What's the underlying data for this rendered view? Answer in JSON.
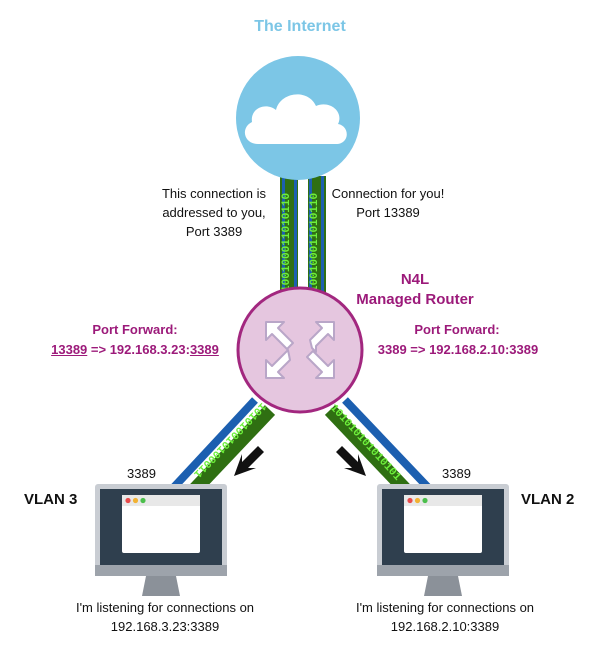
{
  "diagram": {
    "title": "The Internet",
    "left_link_note": [
      "This connection is",
      "addressed to you,",
      "Port 3389"
    ],
    "right_link_note": [
      "Connection for you!",
      "Port 13389"
    ],
    "router": {
      "name_line1": "N4L",
      "name_line2": "Managed Router"
    },
    "port_forward_left": {
      "title": "Port Forward:",
      "ext_port": "13389",
      "arrow": " => 192.168.3.23:",
      "int_port": "3389"
    },
    "port_forward_right": {
      "title": "Port Forward:",
      "rule": "3389 => 192.168.2.10:3389"
    },
    "vlan_left": {
      "name": "VLAN 3",
      "port": "3389",
      "caption": [
        "I'm listening for connections on",
        "192.168.3.23:3389"
      ]
    },
    "vlan_right": {
      "name": "VLAN 2",
      "port": "3389",
      "caption": [
        "I'm listening for connections on",
        "192.168.2.10:3389"
      ]
    },
    "binary": {
      "up_left": "100100011010110",
      "up_right": "100100011010110",
      "down_left": "101010010100011",
      "down_right": "101010101010101"
    },
    "colors": {
      "cloud": "#7cc6e6",
      "router_fill": "#e5c6df",
      "router_stroke": "#a2277f",
      "accent": "#9c1a7a",
      "link_blue": "#1c5fb0",
      "link_green": "#2f6f12",
      "bits": "#6ef03c"
    }
  }
}
